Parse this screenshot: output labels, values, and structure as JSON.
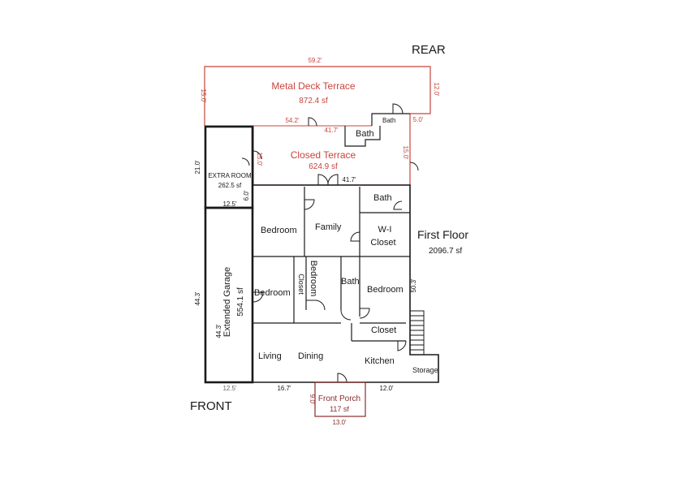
{
  "labels": {
    "rear": "REAR",
    "front": "FRONT",
    "first_floor": "First Floor",
    "first_floor_area": "2096.7 sf"
  },
  "rooms": {
    "metal_deck_terrace": "Metal Deck Terrace",
    "metal_deck_terrace_area": "872.4 sf",
    "closed_terrace": "Closed Terrace",
    "closed_terrace_area": "624.9 sf",
    "extra_room": "EXTRA ROOM",
    "extra_room_area": "262.5 sf",
    "extended_garage": "Extended Garage",
    "extended_garage_area": "554.1 sf",
    "bath_top": "Bath",
    "bath_small": "Bath",
    "bath_right": "Bath",
    "bath_mid": "Bath",
    "bedroom_left": "Bedroom",
    "family": "Family",
    "wi_closet_1": "W-I",
    "wi_closet_2": "Closet",
    "bedroom_mid_left": "Bedroom",
    "closet_vertical": "Closet",
    "bedroom_vertical": "Bedroom",
    "bedroom_right": "Bedroom",
    "closet": "Closet",
    "living": "Living",
    "dining": "Dining",
    "kitchen": "Kitchen",
    "storage": "Storage",
    "front_porch": "Front Porch",
    "front_porch_area": "117 sf"
  },
  "dimensions": {
    "deck_width": "59.2'",
    "deck_left": "15.0'",
    "deck_right": "12.0'",
    "deck_inner": "54.2'",
    "deck_step": "5.0'",
    "terrace_top": "41.7'",
    "terrace_bottom": "41.7'",
    "terrace_left": "15.0'",
    "terrace_right": "15.0'",
    "extra_height": "21.0'",
    "extra_inner": "6.0'",
    "extra_width": "12.5'",
    "garage_outer": "44.3'",
    "garage_inner": "44.3'",
    "garage_width": "12.5'",
    "house_depth": "50.3'",
    "front_left": "16.7'",
    "front_right": "12.0'",
    "porch_depth": "9.0'",
    "porch_width": "13.0'"
  },
  "colors": {
    "wall": "#1a1a1a",
    "deck": "#c8453c",
    "porch": "#8a2c2c",
    "thin": "#444444"
  }
}
